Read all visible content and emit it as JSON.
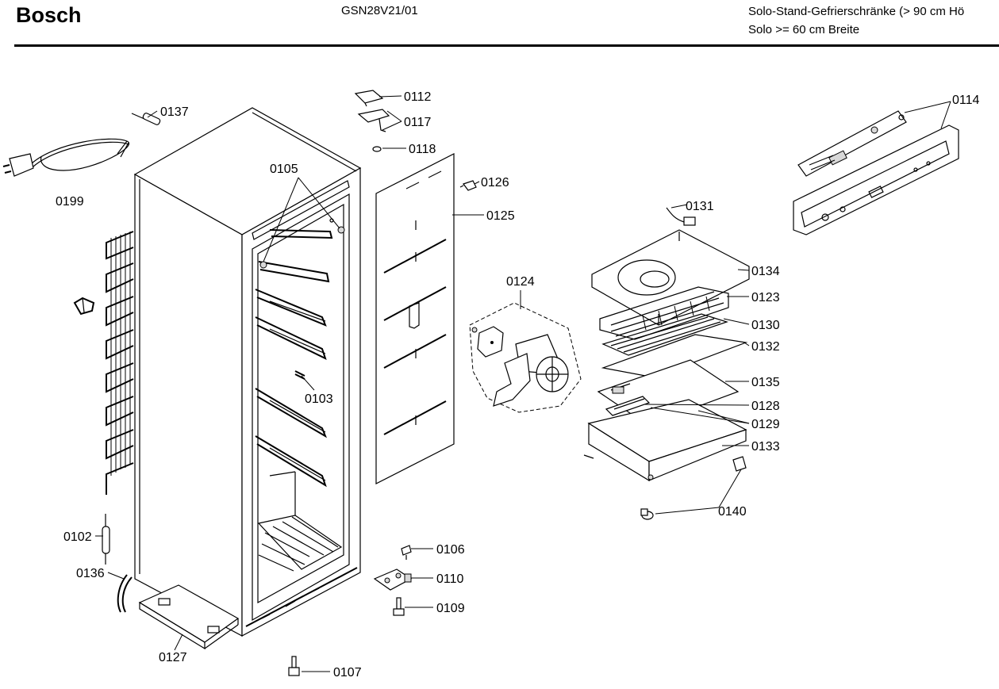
{
  "header": {
    "brand": "Bosch",
    "model": "GSN28V21/01",
    "description_line1": "Solo-Stand-Gefrierschränke (> 90 cm Hö",
    "description_line2": "Solo >= 60 cm Breite"
  },
  "parts": {
    "p0137": "0137",
    "p0199": "0199",
    "p0105": "0105",
    "p0103": "0103",
    "p0102": "0102",
    "p0136": "0136",
    "p0127": "0127",
    "p0107": "0107",
    "p0112": "0112",
    "p0117": "0117",
    "p0118": "0118",
    "p0126": "0126",
    "p0125": "0125",
    "p0124": "0124",
    "p0106": "0106",
    "p0110": "0110",
    "p0109": "0109",
    "p0131": "0131",
    "p0134": "0134",
    "p0123": "0123",
    "p0130": "0130",
    "p0132": "0132",
    "p0135": "0135",
    "p0128": "0128",
    "p0129": "0129",
    "p0133": "0133",
    "p0140": "0140",
    "p0114": "0114"
  }
}
